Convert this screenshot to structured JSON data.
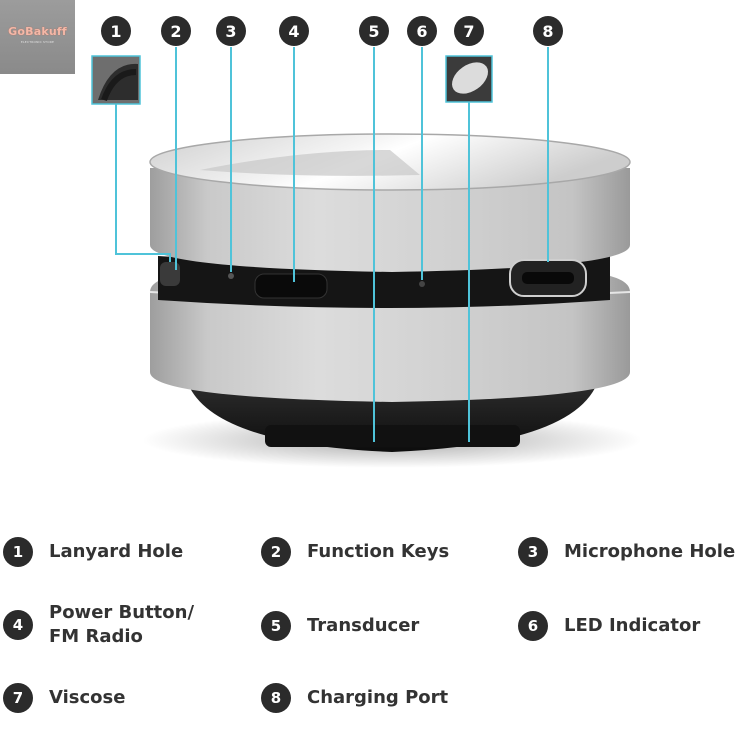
{
  "logo": {
    "text": "GoBakuff",
    "subtext": "ELECTRONIC STORE"
  },
  "callouts": [
    {
      "number": "1",
      "label": "Lanyard Hole"
    },
    {
      "number": "2",
      "label": "Function Keys"
    },
    {
      "number": "3",
      "label": "Microphone Hole"
    },
    {
      "number": "4",
      "label": "Power Button/\nFM Radio"
    },
    {
      "number": "5",
      "label": "Transducer"
    },
    {
      "number": "6",
      "label": "LED Indicator"
    },
    {
      "number": "7",
      "label": "Viscose"
    },
    {
      "number": "8",
      "label": "Charging Port"
    }
  ],
  "colors": {
    "leader_line": "#4fc3d9",
    "badge": "#2b2b2b",
    "label_text": "#333333",
    "speaker_silver": "#c3c3c3",
    "speaker_dark": "#1c1c1c"
  }
}
